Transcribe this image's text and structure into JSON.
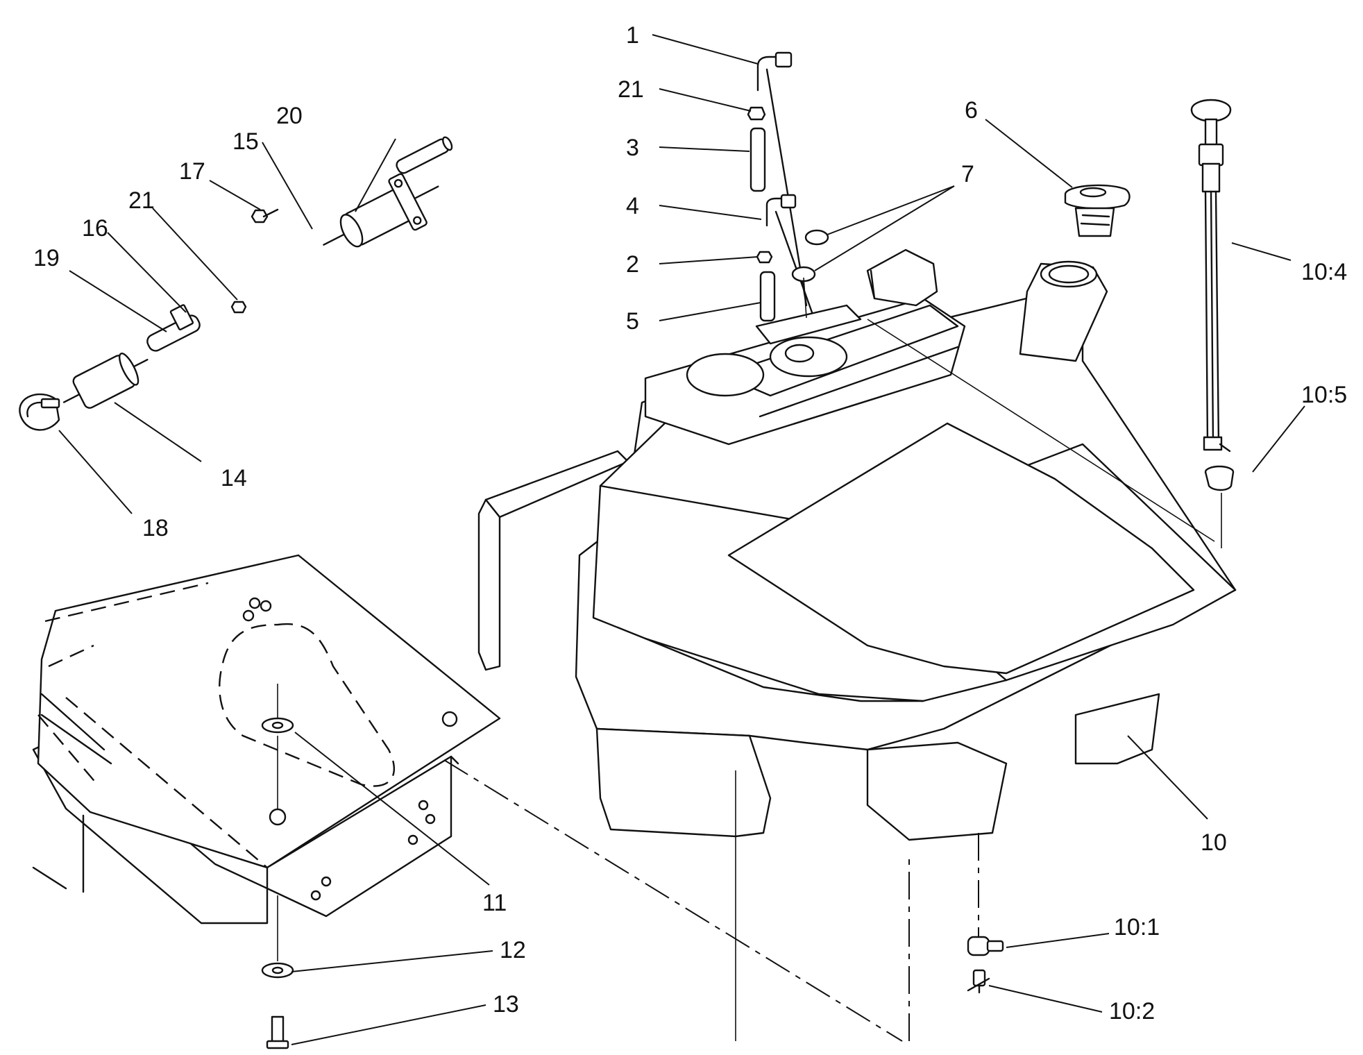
{
  "callouts": [
    {
      "id": "c1",
      "label": "1"
    },
    {
      "id": "c21a",
      "label": "21"
    },
    {
      "id": "c3",
      "label": "3"
    },
    {
      "id": "c4",
      "label": "4"
    },
    {
      "id": "c2",
      "label": "2"
    },
    {
      "id": "c5",
      "label": "5"
    },
    {
      "id": "c6",
      "label": "6"
    },
    {
      "id": "c7",
      "label": "7"
    },
    {
      "id": "c10_4",
      "label": "10:4"
    },
    {
      "id": "c10_5",
      "label": "10:5"
    },
    {
      "id": "c10",
      "label": "10"
    },
    {
      "id": "c10_1",
      "label": "10:1"
    },
    {
      "id": "c10_2",
      "label": "10:2"
    },
    {
      "id": "c11",
      "label": "11"
    },
    {
      "id": "c12",
      "label": "12"
    },
    {
      "id": "c13",
      "label": "13"
    },
    {
      "id": "c20",
      "label": "20"
    },
    {
      "id": "c15",
      "label": "15"
    },
    {
      "id": "c17",
      "label": "17"
    },
    {
      "id": "c21b",
      "label": "21"
    },
    {
      "id": "c16",
      "label": "16"
    },
    {
      "id": "c19",
      "label": "19"
    },
    {
      "id": "c14",
      "label": "14"
    },
    {
      "id": "c18",
      "label": "18"
    }
  ]
}
